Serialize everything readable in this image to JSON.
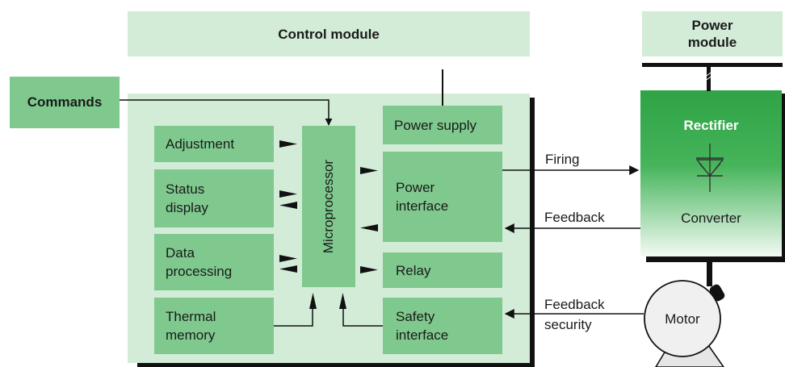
{
  "headers": {
    "control_module": "Control module",
    "power_module_line1": "Power",
    "power_module_line2": "module"
  },
  "commands": "Commands",
  "left_blocks": {
    "adjustment": "Adjustment",
    "status_display_1": "Status",
    "status_display_2": "display",
    "data_processing_1": "Data",
    "data_processing_2": "processing",
    "thermal_memory_1": "Thermal",
    "thermal_memory_2": "memory"
  },
  "microprocessor": "Microprocessor",
  "right_blocks": {
    "power_supply": "Power supply",
    "power_interface_1": "Power",
    "power_interface_2": "interface",
    "relay": "Relay",
    "safety_interface_1": "Safety",
    "safety_interface_2": "interface"
  },
  "signals": {
    "firing": "Firing",
    "feedback": "Feedback",
    "feedback_security_1": "Feedback",
    "feedback_security_2": "security"
  },
  "power_unit": {
    "rectifier": "Rectifier",
    "converter": "Converter",
    "motor": "Motor"
  },
  "colors": {
    "light_green": "#d2ecd7",
    "block_green": "#7fc98e",
    "rectifier_green": "#2fa346"
  }
}
